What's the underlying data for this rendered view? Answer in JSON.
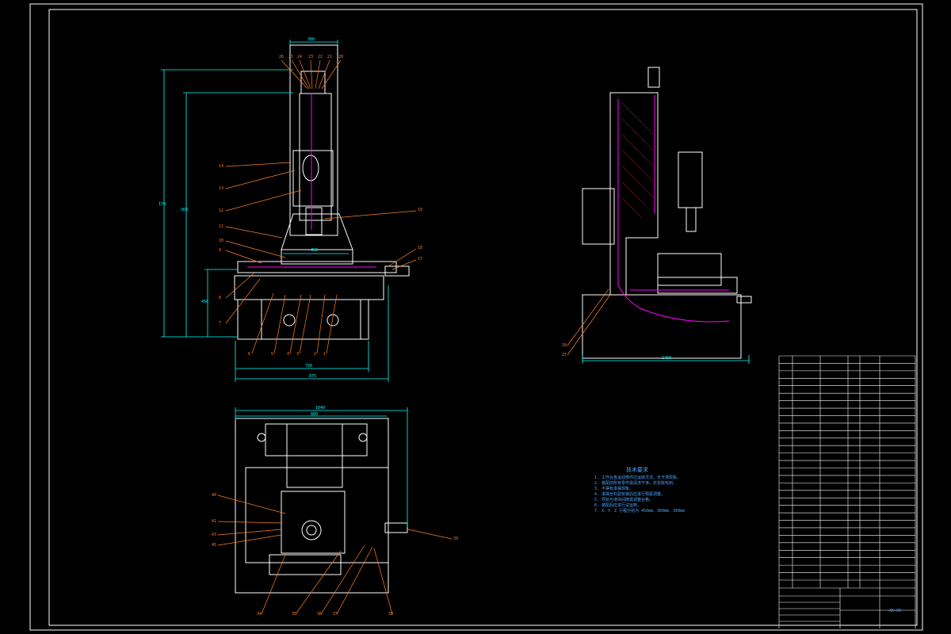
{
  "drawing": {
    "background": "#000000",
    "colors": {
      "frame": "#ffffff",
      "dimension": "#00ffff",
      "leader": "#ff7f1f",
      "highlight": "#ff00ff",
      "text": "#4ea6ff",
      "table": "#ffffff",
      "red": "#ff3030",
      "green": "#00ff00"
    }
  },
  "front_view": {
    "top_dim": "380",
    "left_dims": [
      "170",
      "360",
      "450"
    ],
    "table_dim": "450",
    "bottom_dims": [
      "750",
      "875"
    ],
    "leader_numbers_left": [
      "14",
      "13",
      "12",
      "11",
      "10",
      "9",
      "8",
      "7"
    ],
    "leader_numbers_top": [
      "26",
      "25",
      "24",
      "23",
      "22",
      "21",
      "20"
    ],
    "leader_numbers_right": [
      "19",
      "18",
      "17"
    ],
    "leader_numbers_bottom": [
      "6",
      "5",
      "4",
      "3",
      "2",
      "1"
    ]
  },
  "side_view": {
    "bottom_dim": "1450",
    "leader_numbers": [
      "28",
      "27"
    ]
  },
  "top_view": {
    "top_dims": [
      "1040",
      "880"
    ],
    "leader_numbers_left": [
      "40",
      "42",
      "43",
      "45"
    ],
    "leader_numbers_bottom": [
      "34",
      "35",
      "36",
      "37",
      "38"
    ],
    "leader_number_right": "39"
  },
  "notes": {
    "title": "技术要求",
    "lines": [
      "1. 工作台各运动部件应运转灵活，无卡滞现象。",
      "2. 装配前所有零件需清洗干净，并去除毛刺。",
      "3. 不得有渗漏现象。",
      "4. 滚珠丝杠副安装后应进行预紧调整。",
      "5. 导轨与滑块间隙需调整合格。",
      "6. 装配后应进行试运转。",
      "7. X、Y、Z 行程分别为 450mm、360mm、360mm"
    ]
  },
  "title_block": {
    "rows": 30,
    "drawing_code": "XK-00"
  }
}
